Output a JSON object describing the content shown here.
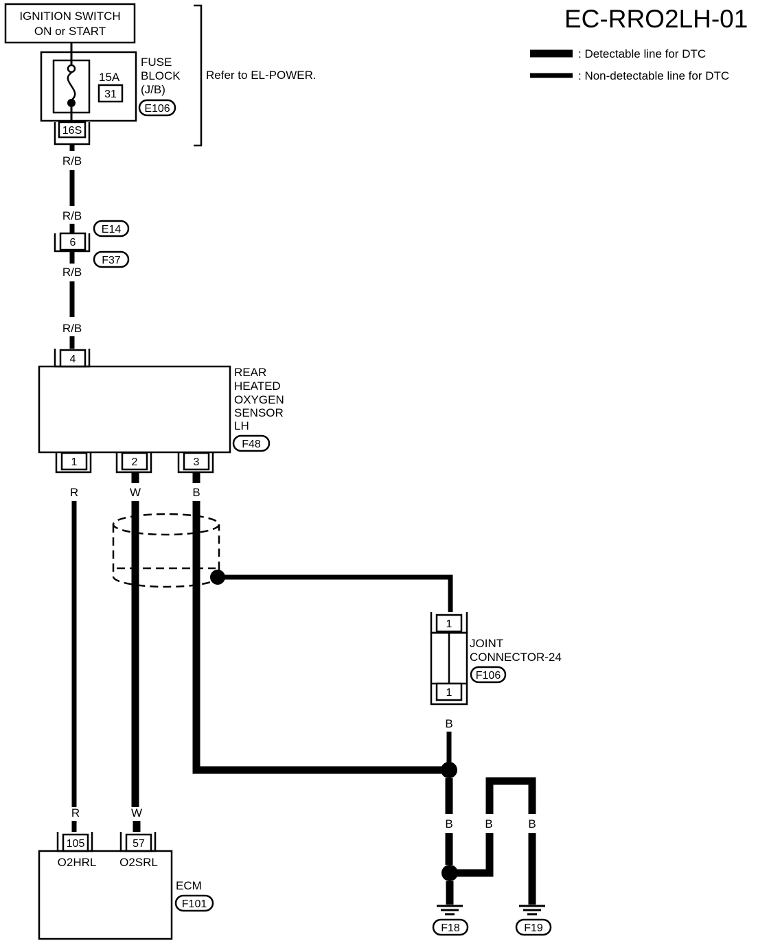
{
  "title": "EC-RRO2LH-01",
  "legend": [
    {
      "label": ": Detectable line for DTC"
    },
    {
      "label": ": Non-detectable line for DTC"
    }
  ],
  "ignition": {
    "line1": "IGNITION SWITCH",
    "line2": "ON or START"
  },
  "fuse": {
    "amp": "15A",
    "number": "31",
    "label1": "FUSE",
    "label2": "BLOCK",
    "label3": "(J/B)",
    "connector": "E106",
    "terminal": "16S"
  },
  "refer_note": "Refer to EL-POWER.",
  "wire_colors": {
    "rb": "R/B",
    "r": "R",
    "w": "W",
    "b": "B"
  },
  "inline_connector": {
    "pin": "6",
    "upper": "E14",
    "lower": "F37"
  },
  "sensor": {
    "lines": [
      "REAR",
      "HEATED",
      "OXYGEN",
      "SENSOR",
      "LH"
    ],
    "connector": "F48",
    "pin_top": "4",
    "pins_bottom": [
      "1",
      "2",
      "3"
    ]
  },
  "joint": {
    "line1": "JOINT",
    "line2": "CONNECTOR-24",
    "connector": "F106",
    "pin_top": "1",
    "pin_bottom": "1"
  },
  "ecm": {
    "label": "ECM",
    "connector": "F101",
    "pins": [
      "105",
      "57"
    ],
    "terminals": [
      "O2HRL",
      "O2SRL"
    ]
  },
  "grounds": [
    "F18",
    "F19"
  ]
}
